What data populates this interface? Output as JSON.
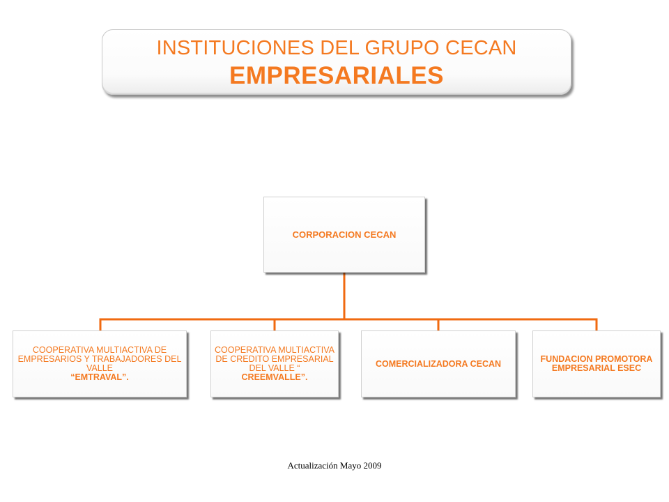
{
  "title": {
    "line1": "INSTITUCIONES DEL GRUPO CECAN",
    "line2": "EMPRESARIALES"
  },
  "org_chart": {
    "root": "CORPORACION CECAN",
    "children": [
      {
        "lines": [
          "COOPERATIVA MULTIACTIVA DE EMPRESARIOS Y TRABAJADORES DEL VALLE"
        ],
        "emphasis": "“EMTRAVAL”."
      },
      {
        "lines": [
          "COOPERATIVA MULTIACTIVA DE CREDITO EMPRESARIAL DEL VALLE “"
        ],
        "emphasis": "CREEMVALLE”."
      },
      {
        "lines": [
          "COMERCIALIZADORA CECAN"
        ],
        "emphasis": ""
      },
      {
        "lines": [
          "FUNDACION PROMOTORA EMPRESARIAL ESEC"
        ],
        "emphasis": ""
      }
    ]
  },
  "footer": "Actualización Mayo 2009",
  "colors": {
    "accent": "#f47920",
    "connector": "#f06a10"
  }
}
